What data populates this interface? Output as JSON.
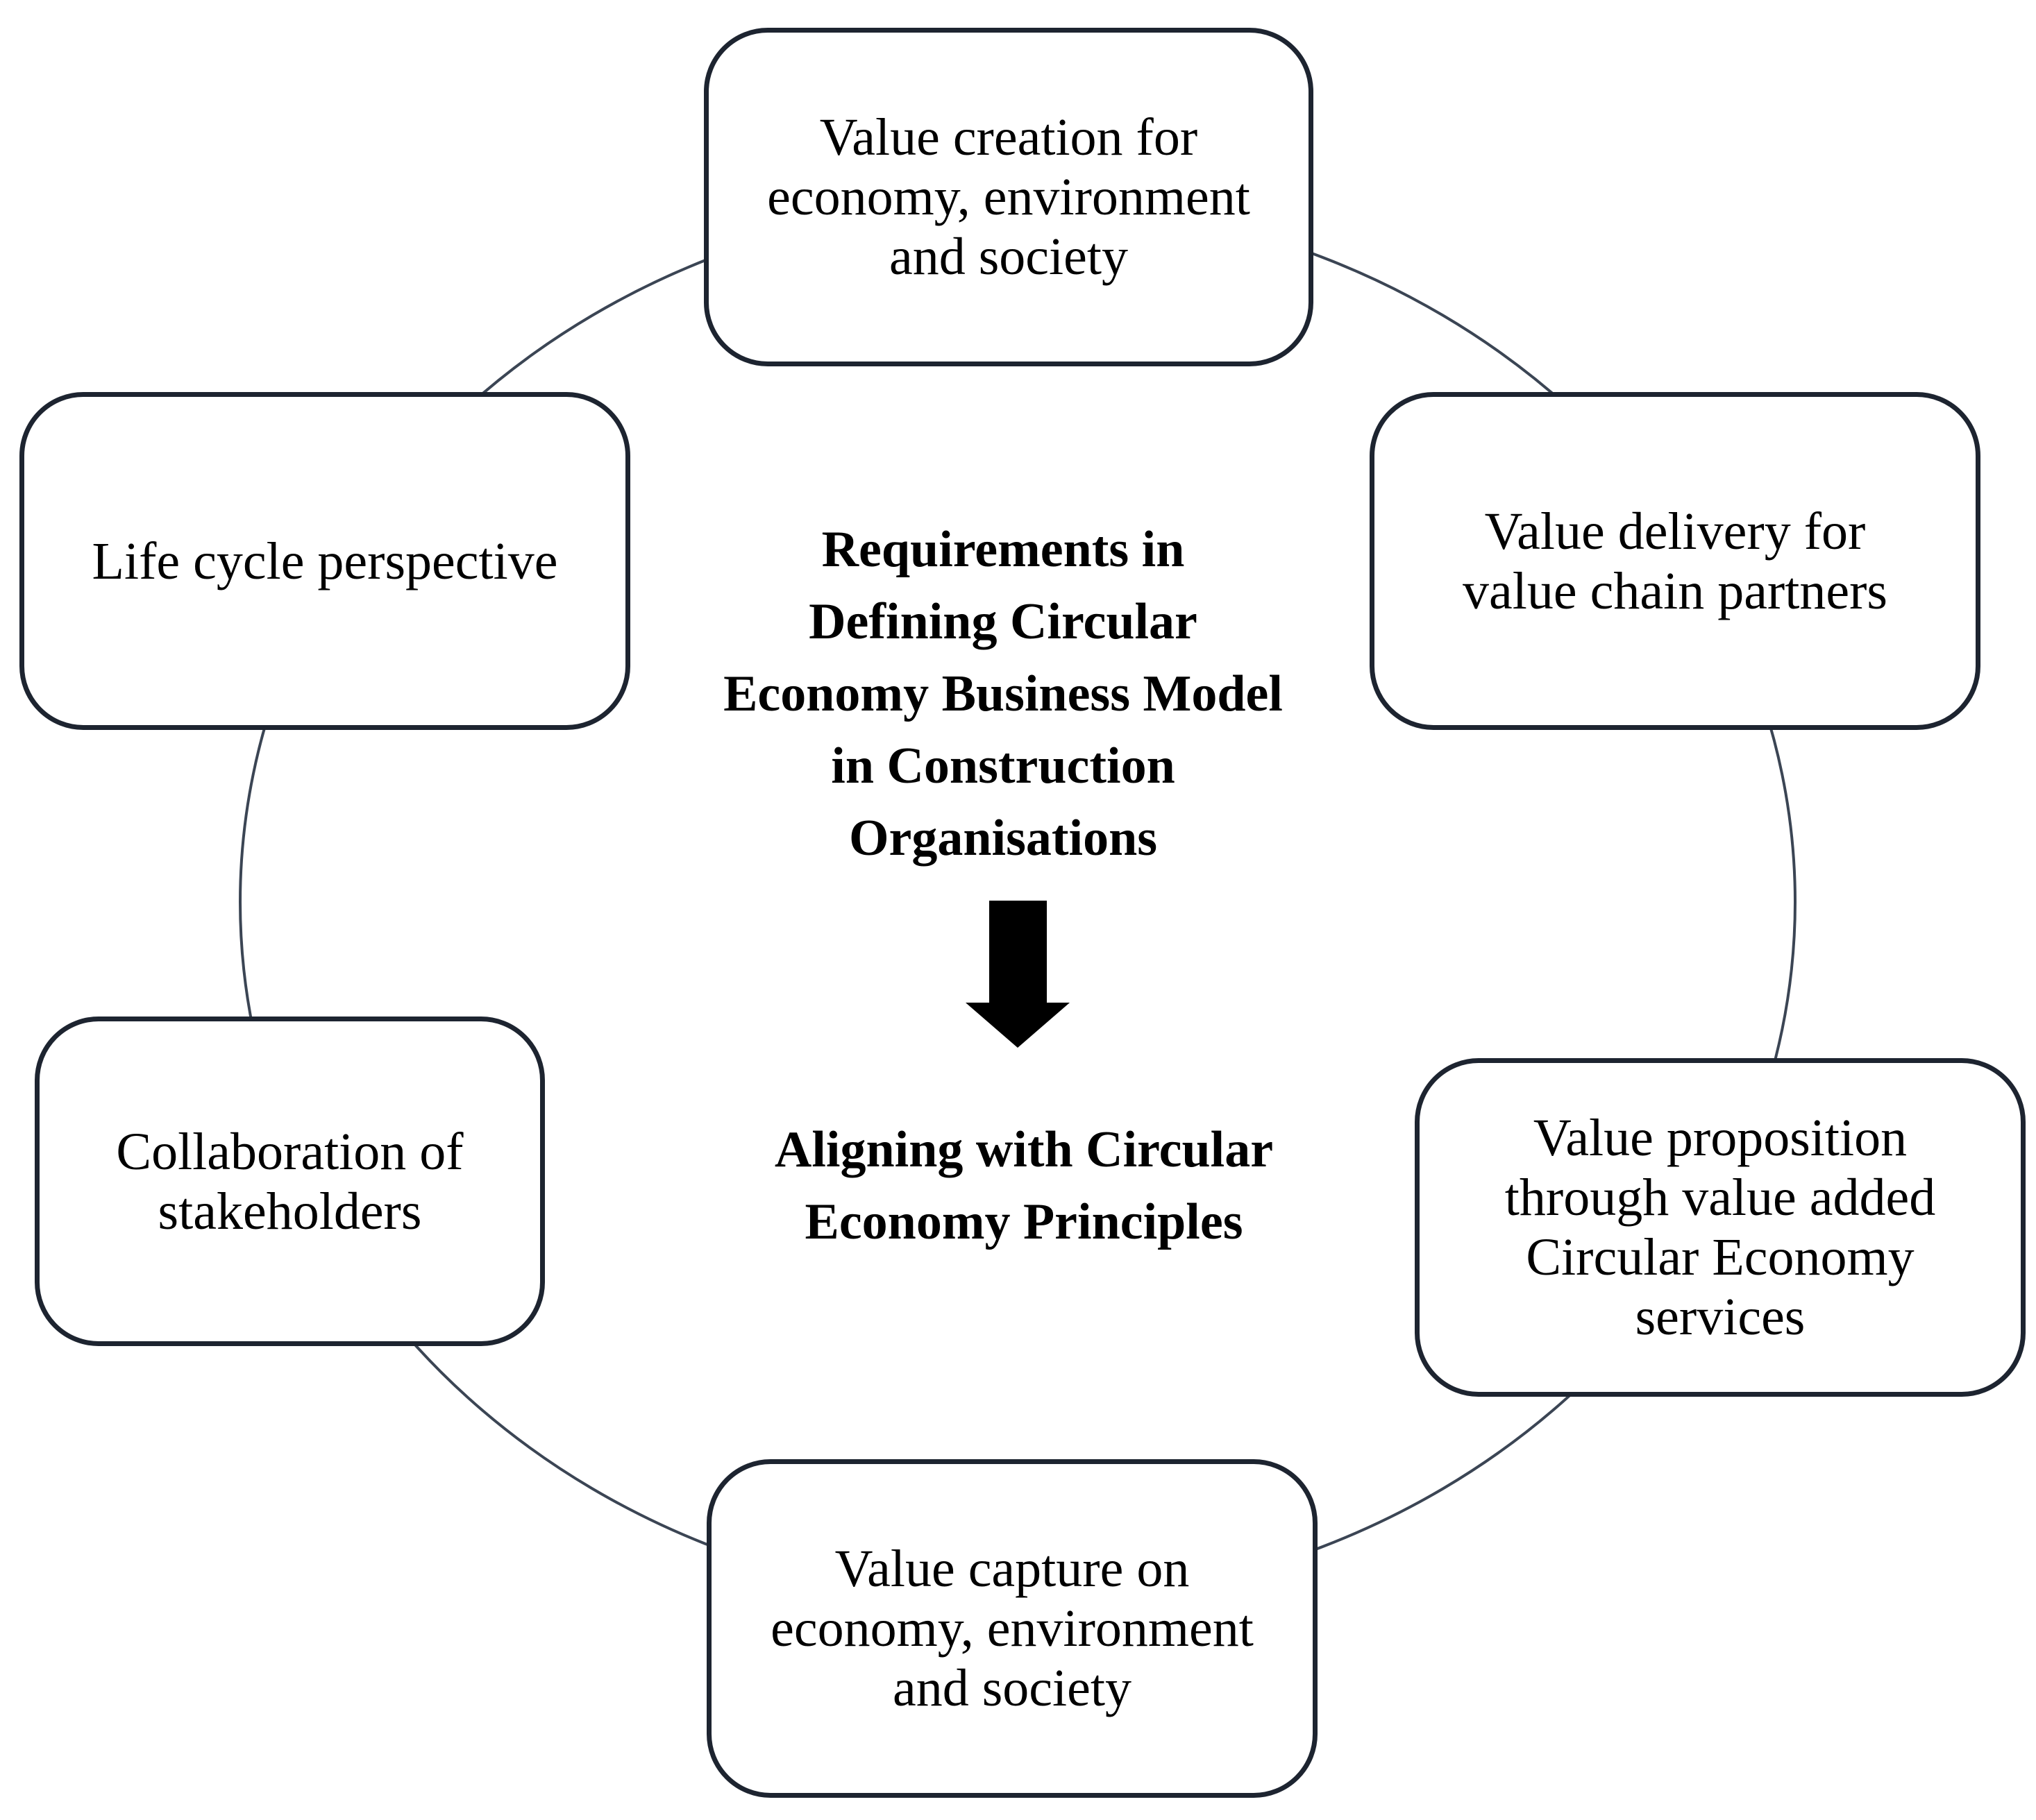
{
  "diagram": {
    "center": {
      "title": "Requirements in\nDefining Circular\nEconomy Business Model\nin Construction\nOrganisations",
      "subtitle": "Aligning with Circular\nEconomy Principles"
    },
    "nodes": {
      "top": "Value creation for\neconomy, environment\nand society",
      "right_upper": "Value delivery  for\nvalue chain partners",
      "right_lower": "Value proposition\nthrough value added\nCircular Economy\nservices",
      "bottom": "Value capture on\neconomy, environment\nand society",
      "left_lower": "Collaboration of\nstakeholders",
      "left_upper": "Life cycle perspective"
    },
    "colors": {
      "ring": "#3b4554",
      "box_border": "#1d2430",
      "arrow": "#000000",
      "text": "#000000",
      "background": "#ffffff"
    }
  }
}
